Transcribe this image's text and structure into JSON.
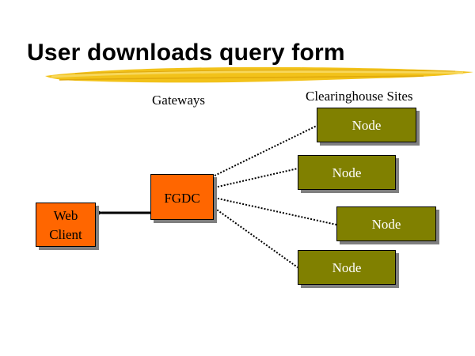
{
  "slide": {
    "title": "User downloads query form"
  },
  "labels": {
    "gateways": "Gateways",
    "clearinghouse_sites": "Clearinghouse Sites"
  },
  "web_client": {
    "line1": "Web",
    "line2": "Client"
  },
  "gateway": {
    "label": "FGDC"
  },
  "nodes": [
    {
      "label": "Node"
    },
    {
      "label": "Node"
    },
    {
      "label": "Node"
    },
    {
      "label": "Node"
    }
  ],
  "colors": {
    "orange_box": "#ff6600",
    "olive_box": "#808000",
    "brush_stroke": "#f2c21a",
    "shadow": "#7f7f7f"
  }
}
